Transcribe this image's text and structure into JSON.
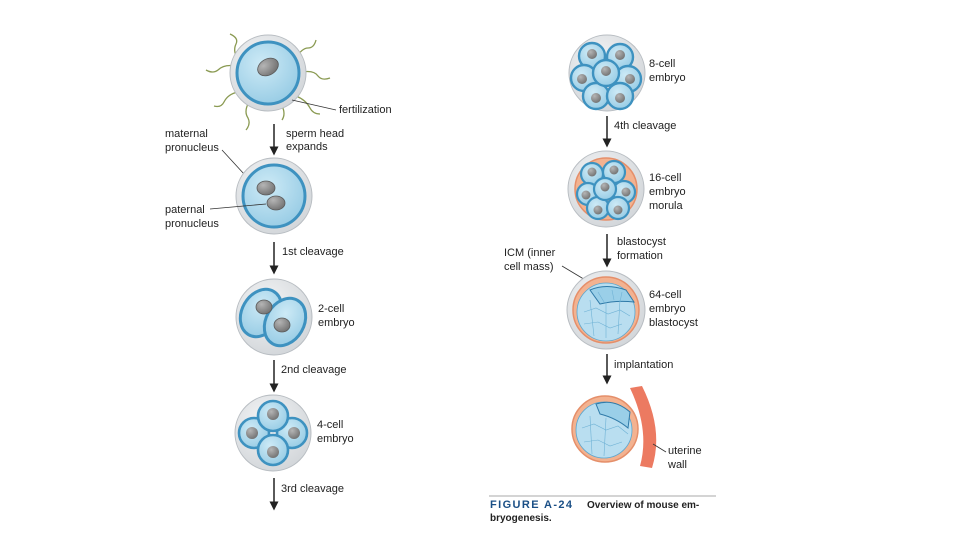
{
  "labels": {
    "fertilization": "fertilization",
    "maternal_1": "maternal",
    "maternal_2": "pronucleus",
    "sperm_1": "sperm head",
    "sperm_2": "expands",
    "paternal_1": "paternal",
    "paternal_2": "pronucleus",
    "cleavage_1": "1st cleavage",
    "two_cell_1": "2-cell",
    "two_cell_2": "embryo",
    "cleavage_2": "2nd cleavage",
    "four_cell_1": "4-cell",
    "four_cell_2": "embryo",
    "cleavage_3": "3rd cleavage",
    "eight_cell_1": "8-cell",
    "eight_cell_2": "embryo",
    "cleavage_4": "4th cleavage",
    "sixteen_1": "16-cell",
    "sixteen_2": "embryo",
    "sixteen_3": "morula",
    "blastocyst_form_1": "blastocyst",
    "blastocyst_form_2": "formation",
    "icm_1": "ICM (inner",
    "icm_2": "cell mass)",
    "sixtyfour_1": "64-cell",
    "sixtyfour_2": "embryo",
    "sixtyfour_3": "blastocyst",
    "implantation": "implantation",
    "uterine_1": "uterine",
    "uterine_2": "wall"
  },
  "caption": {
    "figure_label": "FIGURE A-24",
    "line1": "Overview of mouse em-",
    "line2": "bryogenesis."
  },
  "colors": {
    "zona": "#dcdfe2",
    "cell_blue": "#a9d6ea",
    "cell_outline": "#3e92c0",
    "nucleus": "#8c8c8c",
    "trophectoderm": "#f3b290",
    "uterine_wall": "#ea6b50"
  }
}
